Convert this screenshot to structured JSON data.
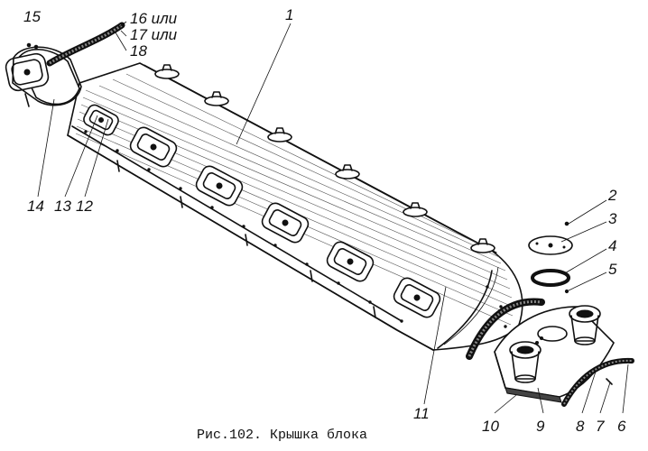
{
  "figure": {
    "caption": "Рис.102. Крышка блока",
    "labels": {
      "p1": "1",
      "p2": "2",
      "p3": "3",
      "p4": "4",
      "p5": "5",
      "p6": "6",
      "p7": "7",
      "p8": "8",
      "p9": "9",
      "p10": "10",
      "p11": "11",
      "p12": "12",
      "p13": "13",
      "p14": "14",
      "p15": "15",
      "p16": "16 или",
      "p17": "17 или",
      "p18": "18"
    }
  }
}
